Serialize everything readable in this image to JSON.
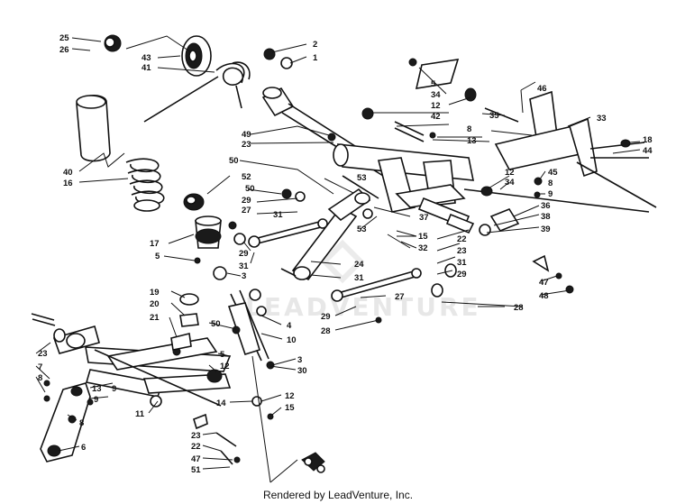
{
  "footer": {
    "text": "Rendered by LeadVenture, Inc."
  },
  "watermark": {
    "text": "LEADVENTURE"
  },
  "callouts": [
    "25",
    "26",
    "43",
    "41",
    "2",
    "1",
    "5",
    "34",
    "12",
    "42",
    "46",
    "35",
    "33",
    "8",
    "13",
    "18",
    "44",
    "49",
    "23",
    "50",
    "53",
    "12",
    "34",
    "45",
    "8",
    "9",
    "40",
    "16",
    "52",
    "50",
    "29",
    "31",
    "27",
    "37",
    "36",
    "38",
    "39",
    "17",
    "5",
    "29",
    "31",
    "53",
    "15",
    "32",
    "22",
    "23",
    "31",
    "29",
    "24",
    "3",
    "31",
    "47",
    "48",
    "27",
    "28",
    "19",
    "20",
    "21",
    "4",
    "50",
    "10",
    "29",
    "28",
    "23",
    "7",
    "8",
    "13",
    "9",
    "5",
    "12",
    "3",
    "30",
    "11",
    "14",
    "12",
    "15",
    "9",
    "8",
    "6",
    "23",
    "22",
    "47",
    "51"
  ]
}
